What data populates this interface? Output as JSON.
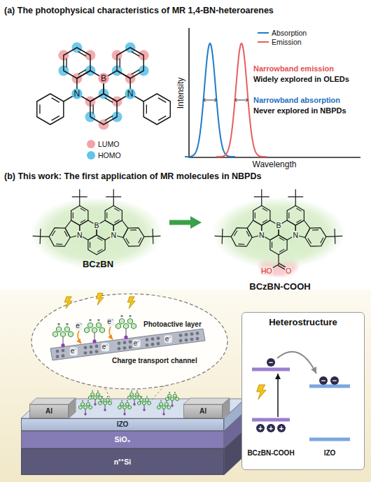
{
  "diagram": {
    "nodes": [
      {
        "text": [
          "BCzBN"
        ]
      },
      {
        "text": [
          "BCzBN-COOH"
        ]
      },
      {
        "text": [
          "Heterostructure"
        ]
      },
      {
        "text": [
          "Al"
        ]
      },
      {
        "text": [
          "Al"
        ]
      },
      {
        "text": [
          "IZO"
        ]
      },
      {
        "text": [
          "SiO₂"
        ]
      },
      {
        "text": [
          "n⁺⁺Si"
        ]
      }
    ],
    "edges": [
      {
        "from": 0,
        "to": 1,
        "arrow": "to"
      }
    ],
    "labels": [
      "(a) The photophysical characteristics of MR 1,4-BN-heteroarenes",
      "B",
      "N",
      "N",
      "Intensity",
      "Wavelength",
      "Narrowband emission",
      "Widely explored in OLEDs",
      "Narrowband absorption",
      "Never explored in NBPDs",
      "(b) This work: The first application of MR molecules in NBPDs",
      "B",
      "N",
      "N",
      "B",
      "N",
      "N",
      "HO",
      "O",
      "Photoactive layer",
      "Charge transport channel",
      "e⁻",
      "e⁻",
      "e⁻",
      "e⁻",
      "e⁻",
      "e⁻",
      "−",
      "−",
      "−",
      "+",
      "+",
      "+",
      "BCzBN-COOH",
      "IZO"
    ],
    "legend": [
      {
        "text": "LUMO",
        "color": "#f2a3a6"
      },
      {
        "text": "HOMO",
        "color": "#62c4e8"
      },
      {
        "text": "Absorption"
      },
      {
        "text": "Emission"
      }
    ]
  }
}
